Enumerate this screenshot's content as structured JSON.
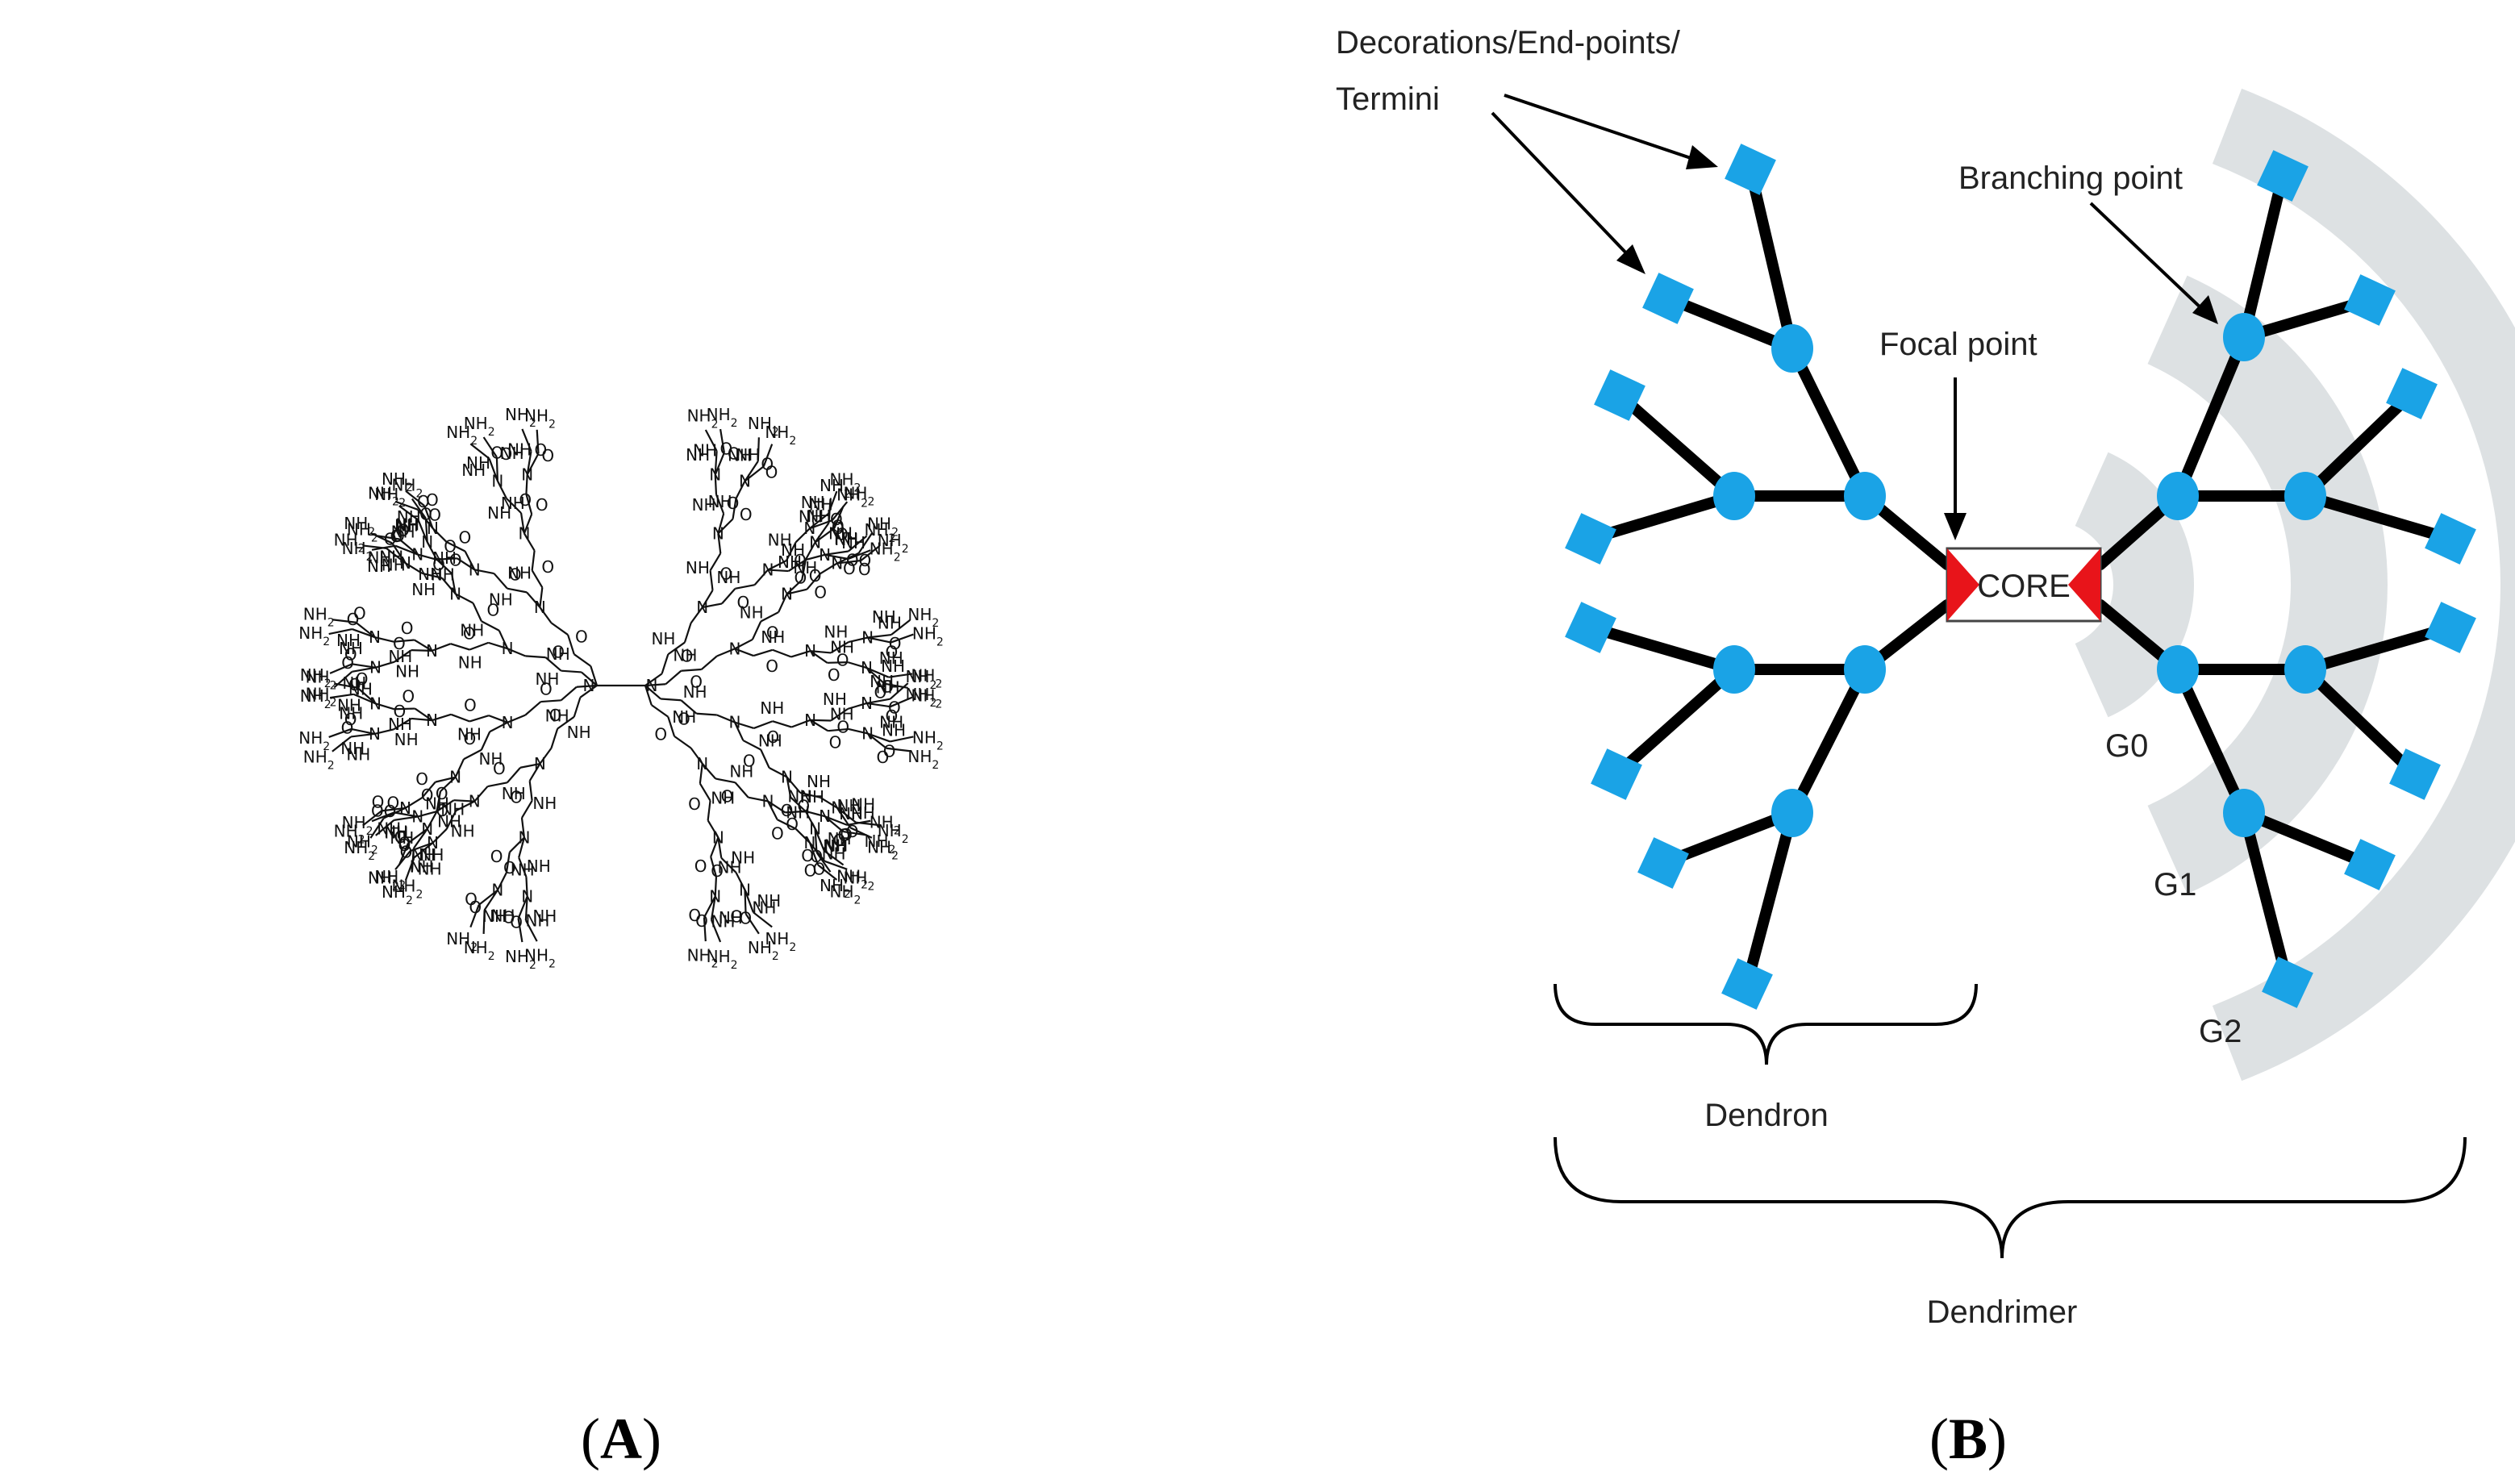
{
  "panel_a": {
    "label_open": "(",
    "label_letter": "A",
    "label_close": ")",
    "arm_groups": [
      "NH",
      "O",
      "N",
      "NH2"
    ],
    "outer_terminal_text": "NH2",
    "amide_text": "NH",
    "carbonyl_text": "O",
    "tertiary_amine_text": "N",
    "core_text": "N"
  },
  "panel_b": {
    "label_open": "(",
    "label_letter": "B",
    "label_close": ")",
    "labels": {
      "decorations_line1": "Decorations/End-points/",
      "decorations_line2": "Termini",
      "branching_point": "Branching point",
      "focal_point": "Focal point",
      "core": "CORE",
      "g0": "G0",
      "g1": "G1",
      "g2": "G2",
      "dendron": "Dendron",
      "dendrimer": "Dendrimer"
    },
    "colors": {
      "node": "#1aa3e6",
      "core_triangle": "#e8141a",
      "generation_band": "#dde1e3",
      "bond": "#000000"
    }
  }
}
